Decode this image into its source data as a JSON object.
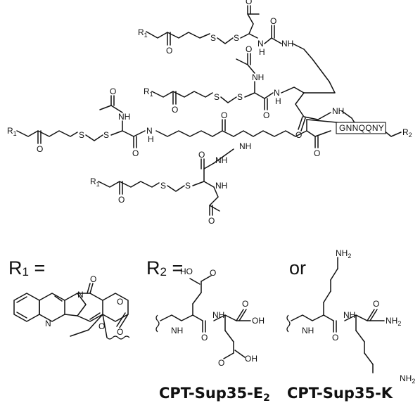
{
  "atoms": {
    "R1": "R",
    "R1_sub": "1",
    "R2": "R",
    "R2_sub": "2",
    "O": "O",
    "S": "S",
    "N": "N",
    "NH": "NH",
    "H": "H",
    "HO": "HO",
    "OH": "OH",
    "NH2": "NH",
    "NH2_sub": "2"
  },
  "peptide": "GNNQQNY",
  "legend": {
    "r1_label": "R",
    "r1_sub": "1",
    "r1_eq": " =",
    "r2_label": "R",
    "r2_sub": "2",
    "r2_eq": " =",
    "or": "or"
  },
  "compounds": [
    {
      "name": "CPT-Sup35-E",
      "sub": "2"
    },
    {
      "name": "CPT-Sup35-K",
      "sub": ""
    }
  ]
}
